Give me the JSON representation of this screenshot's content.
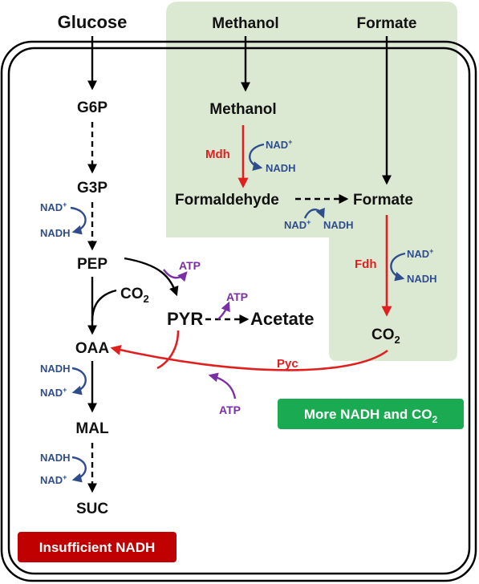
{
  "colors": {
    "green_region": "#dbe9d3",
    "reaction_red": "#e01f1f",
    "cofactor_blue": "#2f4d8c",
    "atp_purple": "#7b2fa6",
    "badge_green": "#1aab52",
    "badge_red": "#c00000"
  },
  "substrates": {
    "glucose": "Glucose",
    "methanol": "Methanol",
    "formate": "Formate"
  },
  "metabolites": {
    "g6p": "G6P",
    "g3p": "G3P",
    "pep": "PEP",
    "oaa": "OAA",
    "mal": "MAL",
    "suc": "SUC",
    "pyr": "PYR",
    "acetate": "Acetate",
    "co2_left": "CO",
    "co2_left_sub": "2",
    "methanol_in": "Methanol",
    "formaldehyde": "Formaldehyde",
    "formate_in": "Formate",
    "co2_right": "CO",
    "co2_right_sub": "2"
  },
  "enzymes": {
    "mdh": "Mdh",
    "fdh": "Fdh",
    "pyc": "Pyc"
  },
  "cofactors": {
    "nad": "NAD",
    "nadh": "NADH",
    "plus": "+",
    "atp": "ATP"
  },
  "badges": {
    "more": "More NADH and CO",
    "more_sub": "2",
    "insufficient": "Insufficient NADH"
  }
}
